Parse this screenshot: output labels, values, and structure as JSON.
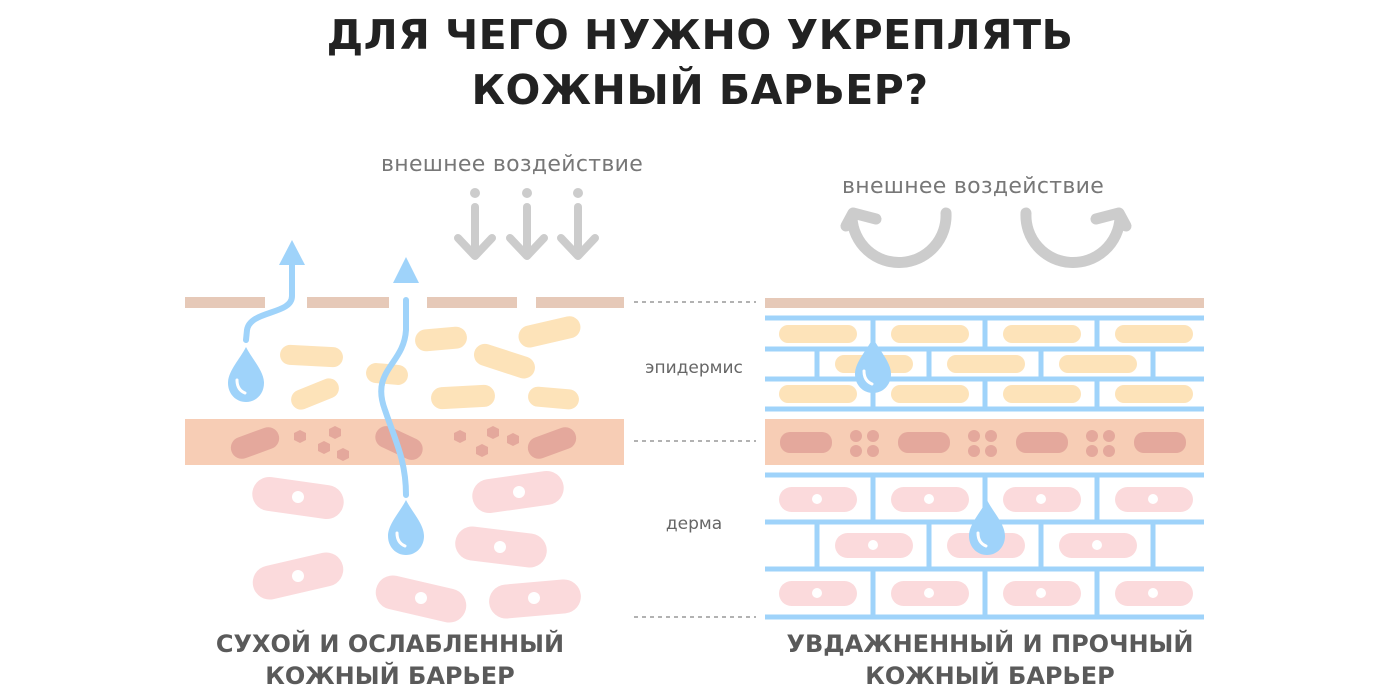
{
  "title": {
    "line1": "ДЛЯ ЧЕГО НУЖНО УКРЕПЛЯТЬ",
    "line2": "КОЖНЫЙ БАРЬЕР?"
  },
  "left_panel": {
    "external_label": "внешнее воздействие",
    "external_icon": "arrows-down-icon",
    "caption_line1": "СУХОЙ И ОСЛАБЛЕННЫЙ",
    "caption_line2": "КОЖНЫЙ БАРЬЕР",
    "state": "dry-weakened",
    "moisture_escaping_drops": 2
  },
  "right_panel": {
    "external_label": "внешнее воздействие",
    "external_icon": "arrows-deflect-icon",
    "caption_line1": "УВДАЖНЕННЫЙ И ПРОЧНЫЙ",
    "caption_line2": "КОЖНЫЙ БАРЬЕР",
    "state": "moisturized-strong",
    "retained_drops": 2
  },
  "layers": {
    "epidermis": "эпидермис",
    "dermis": "дерма"
  },
  "colors": {
    "stratum": "#e6c9b8",
    "epidermis_cell": "#fde3b9",
    "basal_band": "#f7cdb5",
    "basal_cell": "#e4a89c",
    "dermis_cell": "#fbdadc",
    "water": "#9fd3fa",
    "arrow_gray": "#cccccc",
    "divider": "#999999"
  }
}
